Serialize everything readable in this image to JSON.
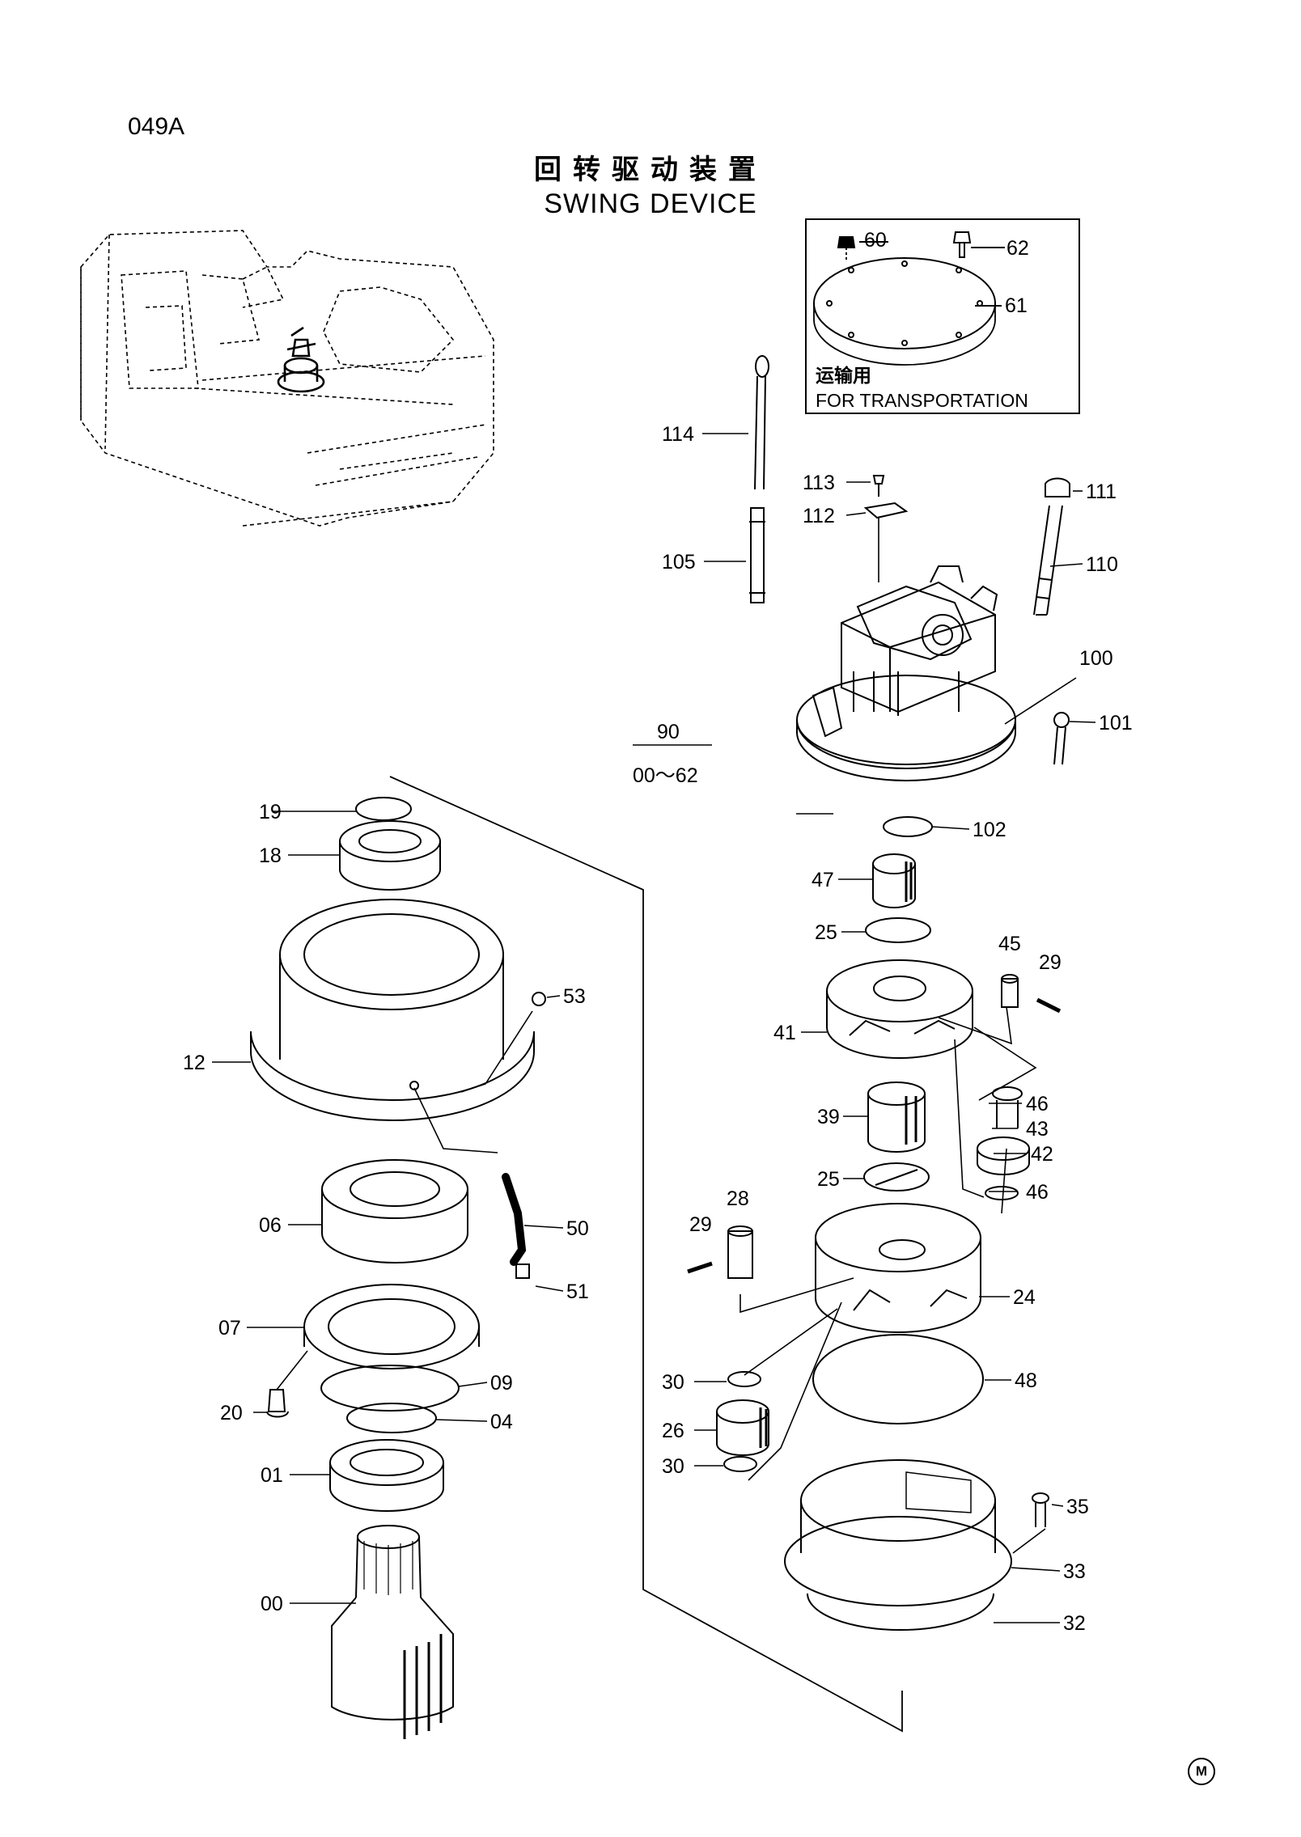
{
  "page": {
    "code": "049A",
    "title_zh": "回转驱动装置",
    "title_en": "SWING DEVICE",
    "corner_mark": "M"
  },
  "inset": {
    "note_zh": "运输用",
    "note_en": "FOR TRANSPORTATION",
    "labels": [
      "60",
      "62",
      "61"
    ]
  },
  "assembly": {
    "number": "90",
    "range": "00～62"
  },
  "parts": {
    "p00": "00",
    "p01": "01",
    "p04": "04",
    "p06": "06",
    "p07": "07",
    "p09": "09",
    "p12": "12",
    "p18": "18",
    "p19": "19",
    "p20": "20",
    "p24": "24",
    "p25a": "25",
    "p25b": "25",
    "p26": "26",
    "p28": "28",
    "p29a": "29",
    "p29b": "29",
    "p30a": "30",
    "p30b": "30",
    "p32": "32",
    "p33": "33",
    "p35": "35",
    "p39": "39",
    "p41": "41",
    "p42": "42",
    "p43": "43",
    "p45": "45",
    "p46a": "46",
    "p46b": "46",
    "p47": "47",
    "p48": "48",
    "p50": "50",
    "p51": "51",
    "p53": "53",
    "p100": "100",
    "p101": "101",
    "p102": "102",
    "p105": "105",
    "p110": "110",
    "p111": "111",
    "p112": "112",
    "p113": "113",
    "p114": "114"
  }
}
